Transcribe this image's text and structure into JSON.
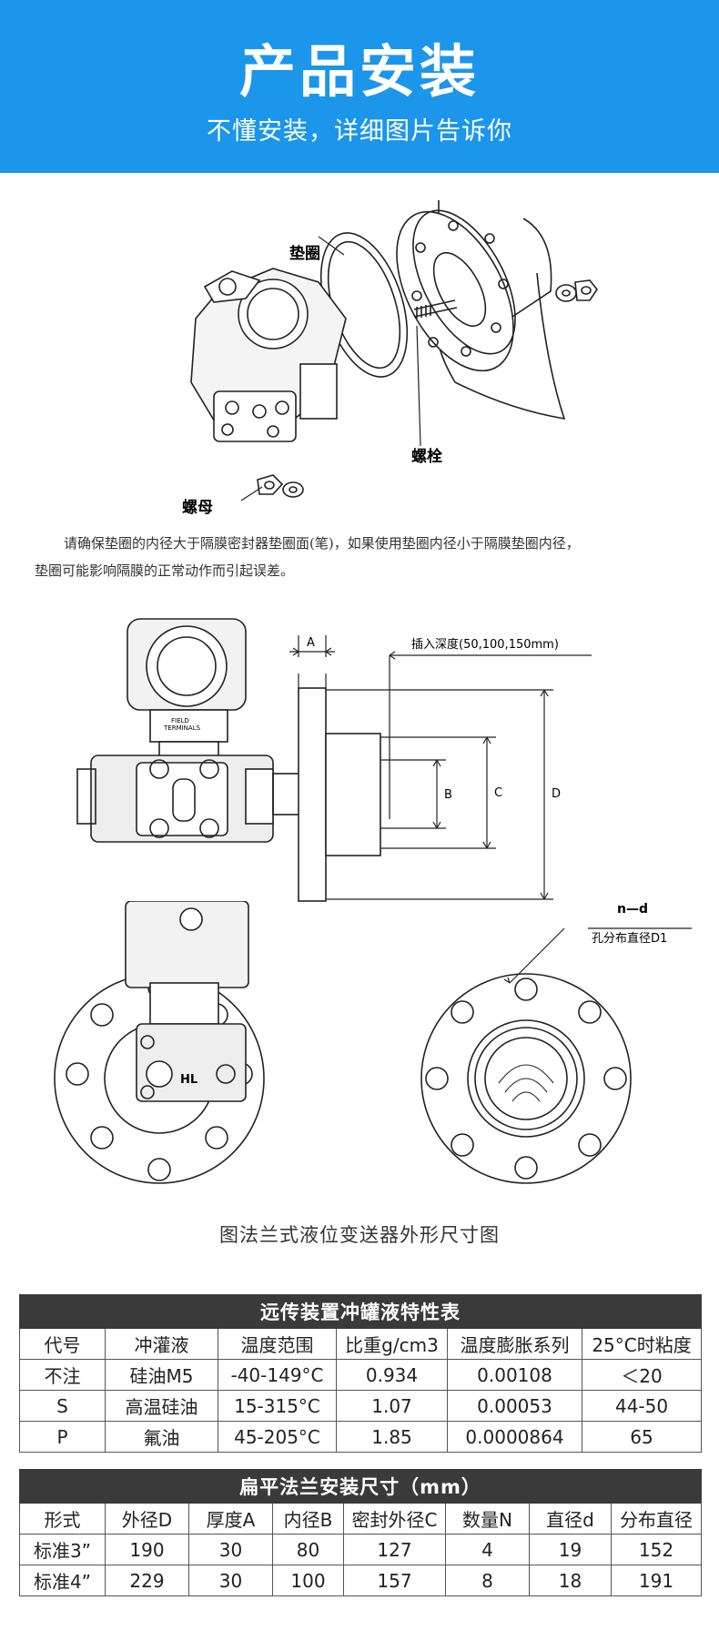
{
  "header": {
    "title": "产品安装",
    "subtitle": "不懂安装，详细图片告诉你"
  },
  "diagram1": {
    "label_gasket": "垫圈",
    "label_bolt": "螺栓",
    "label_nut": "螺母"
  },
  "note": {
    "line1": "请确保垫圈的内径大于隔膜密封器垫圈面(笔)，如果使用垫圈内径小于隔膜垫圈内径，",
    "line2": "垫圈可能影响隔膜的正常动作而引起误差。"
  },
  "diagram2": {
    "label_a": "A",
    "label_insert_depth": "插入深度(50,100,150mm)",
    "label_b": "B",
    "label_c": "C",
    "label_d": "D",
    "terminal_text_1": "FIELD",
    "terminal_text_2": "TERMINALS"
  },
  "diagram3": {
    "label_nd": "n—d",
    "label_hole_circle": "孔分布直径D1",
    "label_hl": "HL"
  },
  "caption": "图法兰式液位变送器外形尺寸图",
  "table_fluid": {
    "title": "远传装置冲罐液特性表",
    "headers": [
      "代号",
      "冲灌液",
      "温度范围",
      "比重g/cm3",
      "温度膨胀系列",
      "25°C时粘度"
    ],
    "rows": [
      [
        "不注",
        "硅油M5",
        "-40-149°C",
        "0.934",
        "0.00108",
        "＜20"
      ],
      [
        "S",
        "高温硅油",
        "15-315°C",
        "1.07",
        "0.00053",
        "44-50"
      ],
      [
        "P",
        "氟油",
        "45-205°C",
        "1.85",
        "0.0000864",
        "65"
      ]
    ]
  },
  "table_flange": {
    "title": "扁平法兰安装尺寸（mm）",
    "headers": [
      "形式",
      "外径D",
      "厚度A",
      "内径B",
      "密封外径C",
      "数量N",
      "直径d",
      "分布直径"
    ],
    "rows": [
      [
        "标准3”",
        "190",
        "30",
        "80",
        "127",
        "4",
        "19",
        "152"
      ],
      [
        "标准4”",
        "229",
        "30",
        "100",
        "157",
        "8",
        "18",
        "191"
      ]
    ]
  }
}
